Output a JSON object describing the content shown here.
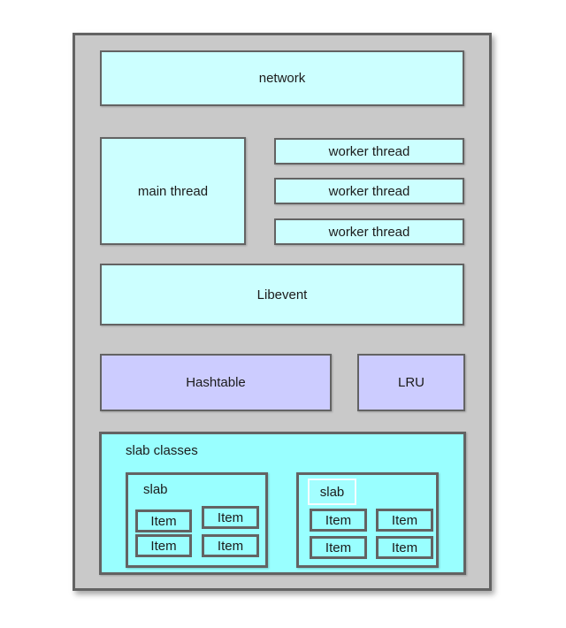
{
  "colors": {
    "container_gray": "#c9c9c9",
    "border_gray": "#636363",
    "light_cyan": "#ccffff",
    "bright_cyan": "#99ffff",
    "purple": "#ccccff"
  },
  "diagram": {
    "network_label": "network",
    "main_thread_label": "main thread",
    "worker_threads": [
      "worker thread",
      "worker thread",
      "worker thread"
    ],
    "libevent_label": "Libevent",
    "hashtable_label": "Hashtable",
    "lru_label": "LRU",
    "slab_classes": {
      "label": "slab classes",
      "slabs": [
        {
          "label": "slab",
          "highlighted": false,
          "items": [
            "Item",
            "Item",
            "Item",
            "Item"
          ]
        },
        {
          "label": "slab",
          "highlighted": true,
          "items": [
            "Item",
            "Item",
            "Item",
            "Item"
          ]
        }
      ]
    }
  }
}
